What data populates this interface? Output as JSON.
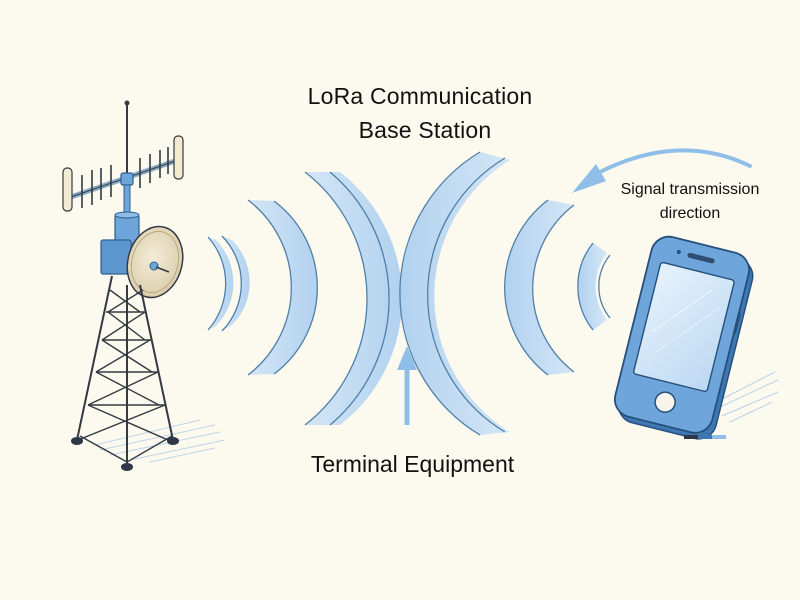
{
  "diagram": {
    "title_line1": "LoRa Communication",
    "title_line2": "Base Station",
    "signal_label_line1": "Signal transmission",
    "signal_label_line2": "direction",
    "terminal_label": "Terminal Equipment",
    "nodes": [
      {
        "id": "base-station",
        "icon": "cell-tower-icon",
        "description": "Lattice tower with Yagi antenna and dish"
      },
      {
        "id": "terminal",
        "icon": "smartphone-icon",
        "description": "Smartphone terminal device"
      }
    ],
    "edges": [
      {
        "from": "terminal",
        "to": "base-station",
        "label": "Signal transmission direction"
      }
    ],
    "colors": {
      "background": "#fcf9ee",
      "wave_fill": "#b9d8f3",
      "wave_line": "#4f7fa8",
      "arrow": "#8fbfe8",
      "device_blue": "#6ea6dc",
      "tower_line": "#333a44",
      "text": "#111111"
    }
  }
}
